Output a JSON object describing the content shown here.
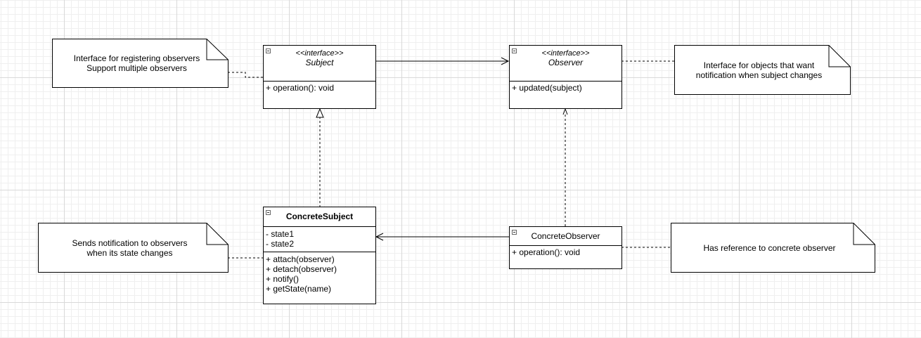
{
  "classes": {
    "subject": {
      "stereotype": "<<interface>>",
      "name": "Subject",
      "operations": [
        "+ operation(): void"
      ]
    },
    "observer": {
      "stereotype": "<<interface>>",
      "name": "Observer",
      "operations": [
        "+ updated(subject)"
      ]
    },
    "concrete_subject": {
      "name": "ConcreteSubject",
      "attributes": [
        "- state1",
        "- state2"
      ],
      "operations": [
        "+ attach(observer)",
        "+ detach(observer)",
        "+ notify()",
        "+ getState(name)"
      ]
    },
    "concrete_observer": {
      "name": "ConcreteObserver",
      "operations": [
        "+ operation(): void"
      ]
    }
  },
  "notes": {
    "subject_note": [
      "Interface for registering observers",
      "Support multiple observers"
    ],
    "observer_note": [
      "Interface for objects that want",
      "notification when subject changes"
    ],
    "concrete_subject_note": [
      "Sends notification to observers",
      "when its state changes"
    ],
    "concrete_observer_note": [
      "Has reference to concrete observer"
    ]
  },
  "relations": [
    {
      "from": "Subject",
      "to": "Observer",
      "kind": "association"
    },
    {
      "from": "ConcreteSubject",
      "to": "Subject",
      "kind": "realization"
    },
    {
      "from": "ConcreteObserver",
      "to": "Observer",
      "kind": "realization"
    },
    {
      "from": "ConcreteObserver",
      "to": "ConcreteSubject",
      "kind": "association"
    }
  ]
}
